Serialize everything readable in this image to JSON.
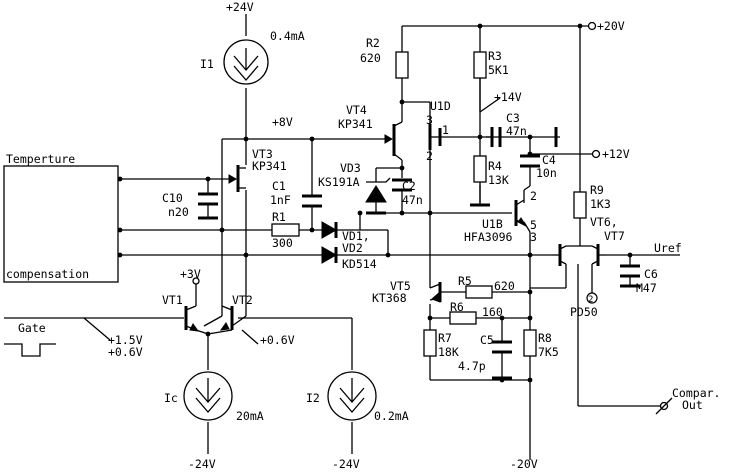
{
  "rails": {
    "plus24": "+24V",
    "plus20": "+20V",
    "plus12": "+12V",
    "minus24_left": "-24V",
    "minus24_mid": "-24V",
    "minus20": "-20V"
  },
  "nodes": {
    "plus8": "+8V",
    "plus14": "+14V",
    "plus3": "+3V",
    "plus1_5": "+1.5V",
    "plus0_6_in": "+0.6V",
    "plus0_6_out": "+0.6V",
    "uref": "Uref",
    "compar": "Compar.",
    "out": "Out"
  },
  "blocks": {
    "temp_line1": "Temperture",
    "temp_line2": "compensation",
    "gate": "Gate"
  },
  "sources": {
    "i1_name": "I1",
    "i1_value": "0.4mA",
    "ic_name": "Ic",
    "ic_value": "20mA",
    "i2_name": "I2",
    "i2_value": "0.2mA"
  },
  "components": {
    "r2_name": "R2",
    "r2_value": "620",
    "r3_name": "R3",
    "r3_value": "5K1",
    "r4_name": "R4",
    "r4_value": "13K",
    "r1_name": "R1",
    "r1_value": "300",
    "r5_name": "R5",
    "r5_value": "620",
    "r6_name": "R6",
    "r6_value": "160",
    "r7_name": "R7",
    "r7_value": "18K",
    "r8_name": "R8",
    "r8_value": "7K5",
    "r9_name": "R9",
    "r9_value": "1K3",
    "c1_name": "C1",
    "c1_value": "1nF",
    "c2_name": "C2",
    "c2_value": "47n",
    "c3_name": "C3",
    "c3_value": "47n",
    "c4_name": "C4",
    "c4_value": "10n",
    "c5_name": "C5",
    "c5_value": "4.7p",
    "c6_name": "C6",
    "c6_value": "M47",
    "c10_name": "C10",
    "c10_value": "n20",
    "vt1": "VT1",
    "vt2": "VT2",
    "vt3_name": "VT3",
    "vt3_type": "KP341",
    "vt4_name": "VT4",
    "vt4_type": "KP341",
    "vt5_name": "VT5",
    "vt5_type": "KT368",
    "vt6": "VT6,",
    "vt7": "VT7",
    "vt67_type": "PD50",
    "vd3_name": "VD3",
    "vd3_type": "KS191A",
    "vd1": "VD1,",
    "vd2": "VD2",
    "vd12_type": "KD514",
    "u1d": "U1D",
    "u1b_name": "U1B",
    "u1b_type": "HFA3096",
    "pin3a": "3",
    "pin1": "1",
    "pin2a": "2",
    "pin2b": "2",
    "pin5": "5",
    "pin3b": "3",
    "pin2c": "2"
  }
}
